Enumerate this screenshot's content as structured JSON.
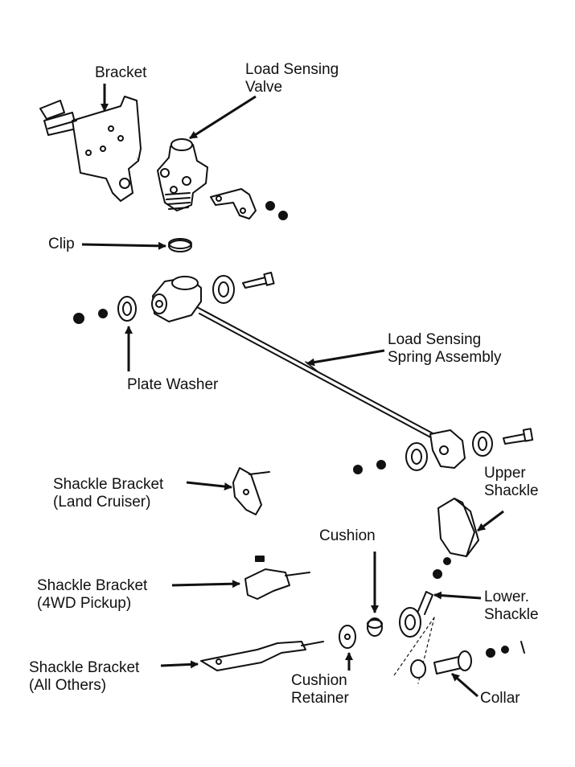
{
  "diagram": {
    "labels": {
      "bracket": [
        "Bracket"
      ],
      "load_sensing_valve": [
        "Load Sensing",
        "Valve"
      ],
      "clip": [
        "Clip"
      ],
      "plate_washer": [
        "Plate Washer"
      ],
      "spring_assembly": [
        "Load Sensing",
        "Spring Assembly"
      ],
      "shackle_bracket_land_cruiser": [
        "Shackle Bracket",
        "(Land Cruiser)"
      ],
      "upper_shackle": [
        "Upper",
        "Shackle"
      ],
      "cushion": [
        "Cushion"
      ],
      "shackle_bracket_4wd": [
        "Shackle Bracket",
        "(4WD Pickup)"
      ],
      "lower_shackle": [
        "Lower.",
        "Shackle"
      ],
      "shackle_bracket_others": [
        "Shackle Bracket",
        "(All Others)"
      ],
      "cushion_retainer": [
        "Cushion",
        "Retainer"
      ],
      "collar": [
        "Collar"
      ]
    }
  }
}
